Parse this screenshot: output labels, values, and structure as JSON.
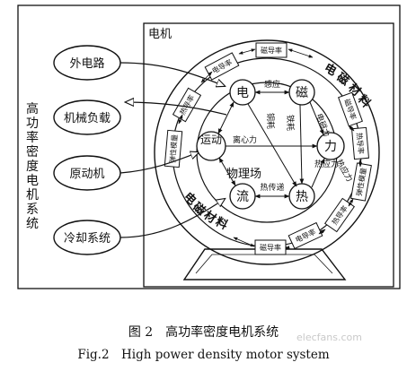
{
  "system_title": [
    "高",
    "功",
    "率",
    "密",
    "度",
    "电",
    "机",
    "系",
    "统"
  ],
  "motor_label": "电机",
  "external": {
    "external_circuit": "外电路",
    "mechanical_load": "机械负载",
    "prime_mover": "原动机",
    "cooling_system": "冷却系统"
  },
  "nodes": {
    "electric": "电",
    "magnetic": "磁",
    "motion": "运动",
    "force": "力",
    "flow": "流",
    "heat": "热"
  },
  "ring_labels": {
    "em_material_top": [
      "电",
      "磁",
      "材",
      "料"
    ],
    "em_material_bottom": [
      "电",
      "磁",
      "材",
      "料"
    ],
    "physics_field": "物理场"
  },
  "material_boxes": {
    "conductivity_top": "电导率",
    "magnetic_perm_top": "磁导率",
    "thermal_left": "热导率",
    "elastic_left": "弹性模量",
    "magnetic_perm_right": "磁导率",
    "thermal_right": "热导率",
    "elastic_right": "弹性模量",
    "thermal_bottom_right": "热导率",
    "conductivity_bottom": "电导率",
    "magnetic_perm_bottom": "磁导率"
  },
  "edge_labels": {
    "induction": "感应",
    "copper_loss": "铜耗",
    "iron_loss": "铁耗",
    "centrifugal": "离心力",
    "heat_transfer": "热传递",
    "thermal_stress": "热应力",
    "electromagnetic_force": "电磁力",
    "thermal_stress_2": "热应力"
  },
  "captions": {
    "chinese": "图 2　高功率密度电机系统",
    "english": "Fig.2　High power density motor system"
  },
  "watermark": "elecfans.com"
}
